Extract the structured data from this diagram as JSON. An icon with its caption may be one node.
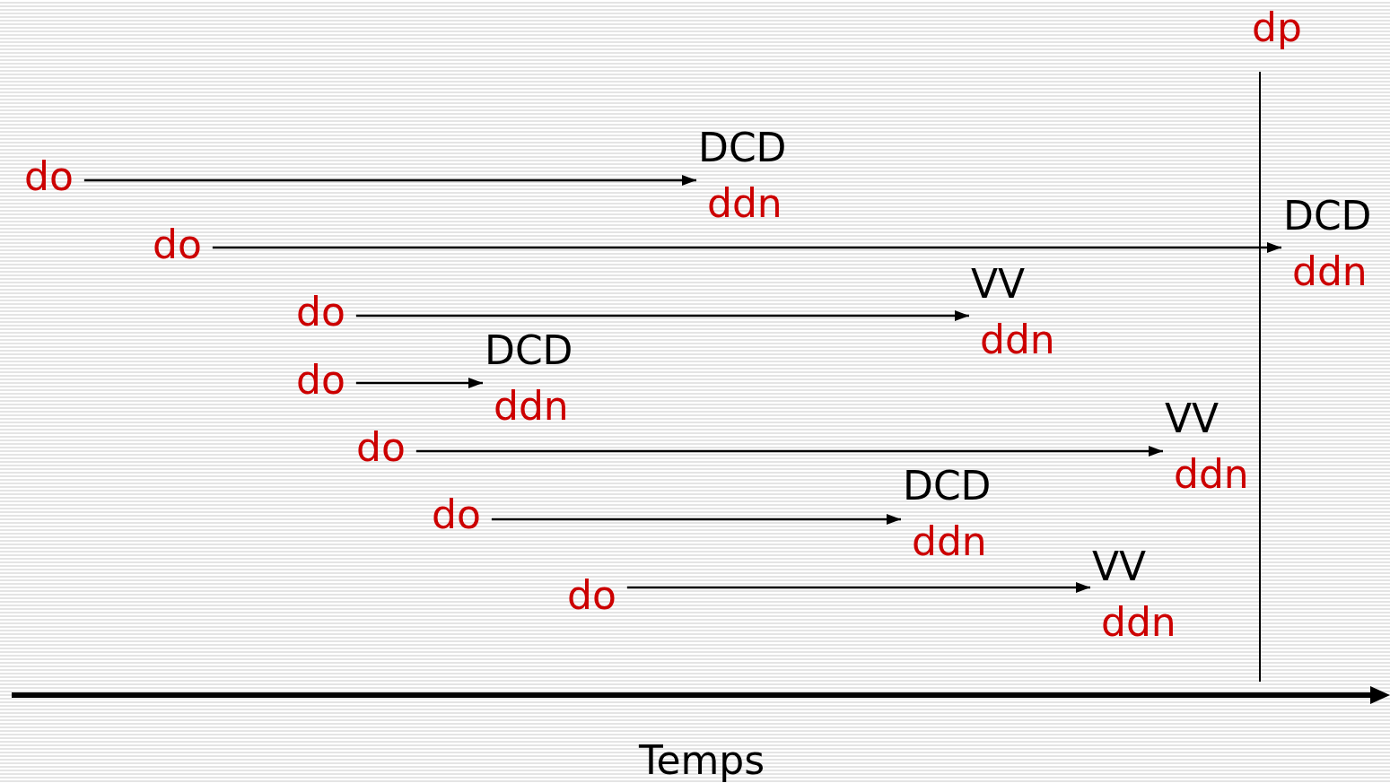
{
  "diagram": {
    "nodes": [
      {
        "text": [
          "do"
        ]
      },
      {
        "text": [
          "DCD",
          "ddn"
        ]
      },
      {
        "text": [
          "do"
        ]
      },
      {
        "text": [
          "DCD",
          "ddn"
        ]
      },
      {
        "text": [
          "do"
        ]
      },
      {
        "text": [
          "VV",
          "ddn"
        ]
      },
      {
        "text": [
          "do"
        ]
      },
      {
        "text": [
          "DCD",
          "ddn"
        ]
      },
      {
        "text": [
          "do"
        ]
      },
      {
        "text": [
          "VV",
          "ddn"
        ]
      },
      {
        "text": [
          "do"
        ]
      },
      {
        "text": [
          "DCD",
          "ddn"
        ]
      },
      {
        "text": [
          "do"
        ]
      },
      {
        "text": [
          "VV",
          "ddn"
        ]
      }
    ],
    "edges": [
      {
        "from": 0,
        "to": 1,
        "arrow": "to"
      },
      {
        "from": 2,
        "to": 3,
        "arrow": "to"
      },
      {
        "from": 4,
        "to": 5,
        "arrow": "to"
      },
      {
        "from": 6,
        "to": 7,
        "arrow": "to"
      },
      {
        "from": 8,
        "to": 9,
        "arrow": "to"
      },
      {
        "from": 10,
        "to": 11,
        "arrow": "to"
      },
      {
        "from": 12,
        "to": 13,
        "arrow": "to"
      }
    ],
    "labels": [
      "dp",
      "Temps"
    ]
  }
}
